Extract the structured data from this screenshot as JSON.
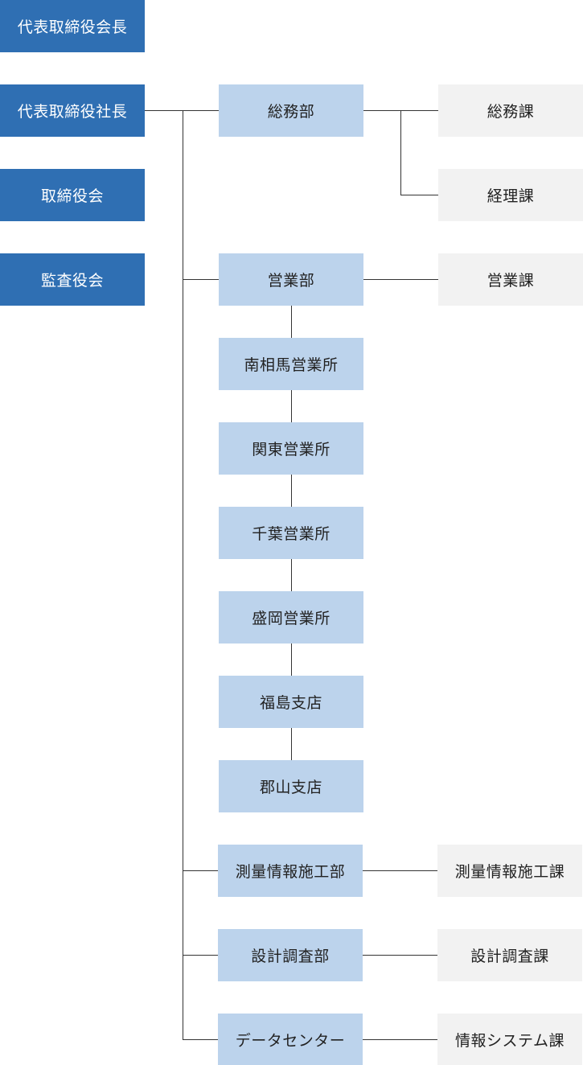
{
  "executives": {
    "chairman": "代表取締役会長",
    "president": "代表取締役社長",
    "board": "取締役会",
    "audit": "監査役会"
  },
  "departments": {
    "general_affairs": "総務部",
    "sales": "営業部",
    "survey_construction": "測量情報施工部",
    "design_research": "設計調査部",
    "data_center": "データセンター"
  },
  "sales_offices": [
    "南相馬営業所",
    "関東営業所",
    "千葉営業所",
    "盛岡営業所",
    "福島支店",
    "郡山支店"
  ],
  "sections": {
    "general_affairs": "総務課",
    "accounting": "経理課",
    "sales": "営業課",
    "survey_construction": "測量情報施工課",
    "design_research": "設計調査課",
    "information_systems": "情報システム課"
  }
}
